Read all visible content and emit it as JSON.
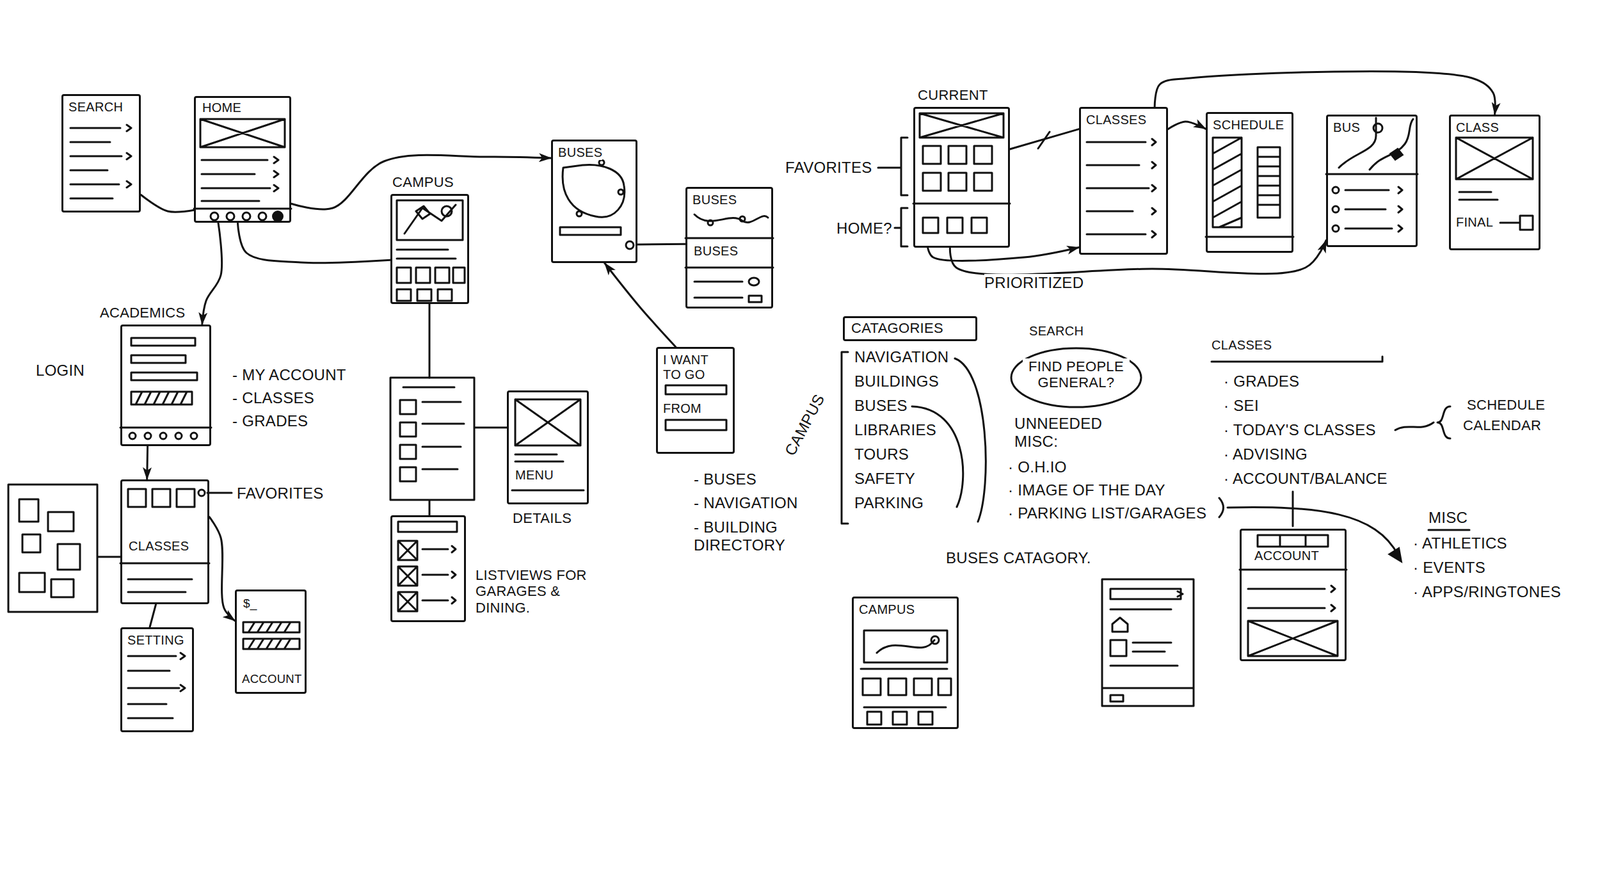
{
  "diagram": {
    "nodes": [
      {
        "text": [
          "SEARCH"
        ]
      },
      {
        "text": [
          "HOME"
        ]
      },
      {
        "text": [
          "ACADEMICS"
        ]
      },
      {
        "text": [
          "CLASSES"
        ]
      },
      {
        "text": [
          "SETTING"
        ]
      },
      {
        "text": [
          "$_",
          "ACCOUNT"
        ]
      },
      {
        "text": [
          "CAMPUS"
        ]
      },
      {
        "text": [
          "MENU",
          "DETAILS"
        ]
      },
      {
        "text": [
          "LISTVIEWS FOR GARAGES & DINING."
        ]
      },
      {
        "text": [
          "BUSES"
        ]
      },
      {
        "text": [
          "BUSES",
          "BUSES"
        ]
      },
      {
        "text": [
          "I WANT TO GO",
          "FROM"
        ]
      },
      {
        "text": [
          "CURRENT"
        ]
      },
      {
        "text": [
          "CLASSES"
        ]
      },
      {
        "text": [
          "SCHEDULE"
        ]
      },
      {
        "text": [
          "BUS"
        ]
      },
      {
        "text": [
          "CLASS",
          "FINAL"
        ]
      },
      {
        "text": [
          "CATAGORIES"
        ]
      },
      {
        "text": [
          "SEARCH",
          "FIND PEOPLE GENERAL?"
        ]
      },
      {
        "text": [
          "CAMPUS"
        ]
      },
      {
        "text": [
          "ACCOUNT"
        ]
      }
    ],
    "edges": [
      {
        "from": 1,
        "to": 0,
        "arrow": "none"
      },
      {
        "from": 1,
        "to": 2,
        "arrow": "to"
      },
      {
        "from": 1,
        "to": 6,
        "arrow": "none"
      },
      {
        "from": 1,
        "to": 9,
        "arrow": "to"
      },
      {
        "from": 9,
        "to": 10,
        "arrow": "none"
      },
      {
        "from": 11,
        "to": 9,
        "arrow": "to"
      },
      {
        "from": 2,
        "to": 3,
        "arrow": "to"
      },
      {
        "from": 3,
        "to": 4,
        "arrow": "none"
      },
      {
        "from": 3,
        "to": 5,
        "arrow": "to"
      },
      {
        "from": 12,
        "to": 13,
        "arrow": "to"
      },
      {
        "from": 12,
        "to": 15,
        "arrow": "to"
      },
      {
        "from": 13,
        "to": 14,
        "arrow": "to"
      },
      {
        "from": 13,
        "to": 16,
        "arrow": "to"
      },
      {
        "from": 12,
        "to": 13,
        "arrow": "none"
      }
    ],
    "labels": [
      "LOGIN",
      "- MY ACCOUNT",
      "- CLASSES",
      "- GRADES",
      "FAVORITES",
      "- BUSES",
      "- NAVIGATION",
      "- BUILDING DIRECTORY",
      "FAVORITES",
      "HOME?",
      "PRIORITIZED",
      "NAVIGATION",
      "BUILDINGS",
      "BUSES",
      "LIBRARIES",
      "TOURS",
      "SAFETY",
      "PARKING",
      "CAMPUS",
      "UNNEEDED MISC:",
      "· O.H.IO",
      "· IMAGE OF THE DAY",
      "· PARKING LIST/GARAGES",
      "BUSES CATAGORY.",
      "CLASSES",
      "· GRADES",
      "· SEI",
      "· TODAY'S CLASSES",
      "· ADVISING",
      "· ACCOUNT/BALANCE",
      "SCHEDULE",
      "CALENDAR",
      "MISC",
      "· ATHLETICS",
      "· EVENTS",
      "· APPS/RINGTONES"
    ]
  }
}
